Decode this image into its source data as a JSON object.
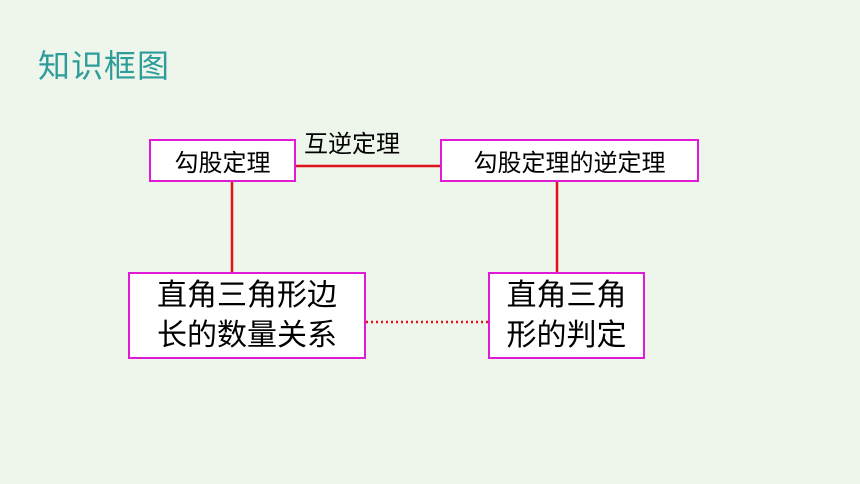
{
  "title": "知识框图",
  "nodes": {
    "pythagorean_theorem": "勾股定理",
    "converse_theorem": "勾股定理的逆定理",
    "side_relation": [
      "直角三角形边",
      "长的数量关系"
    ],
    "right_triangle_judgment": [
      "直角三角",
      "形的判定"
    ]
  },
  "edges": {
    "inverse_label": "互逆定理"
  },
  "colors": {
    "title": "#2e9c9a",
    "box_border": "#e01bd6",
    "connector": "#e0141b",
    "background": "#eef5ea"
  }
}
